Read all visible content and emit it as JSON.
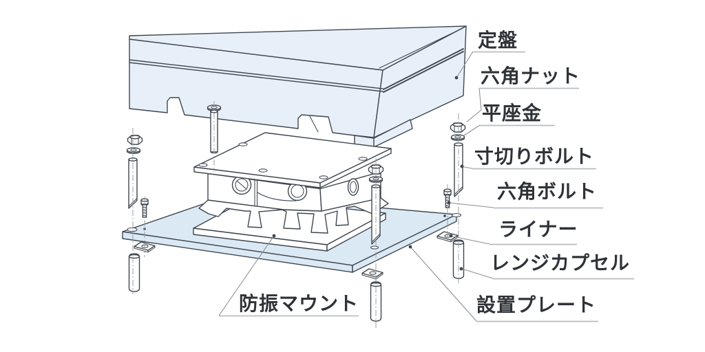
{
  "diagram": {
    "labels": [
      {
        "id": "surface-plate",
        "text": "定盤"
      },
      {
        "id": "hex-nut",
        "text": "六角ナット"
      },
      {
        "id": "flat-washer",
        "text": "平座金"
      },
      {
        "id": "threaded-rod",
        "text": "寸切りボルト"
      },
      {
        "id": "hex-bolt",
        "text": "六角ボルト"
      },
      {
        "id": "liner",
        "text": "ライナー"
      },
      {
        "id": "range-capsule",
        "text": "レンジカプセル"
      },
      {
        "id": "installation-plate",
        "text": "設置プレート"
      },
      {
        "id": "anti-vibration-mount",
        "text": "防振マウント"
      }
    ]
  },
  "theme": {
    "slab_fill": "#e7eff8",
    "plate_fill": "#dbe9f5",
    "line_color": "#3f464e",
    "leader_color": "#8b9095",
    "underline_color": "#b9bcc0",
    "centerline_color": "#9aa0a6",
    "text_color": "#2f3338",
    "background": "#ffffff"
  }
}
